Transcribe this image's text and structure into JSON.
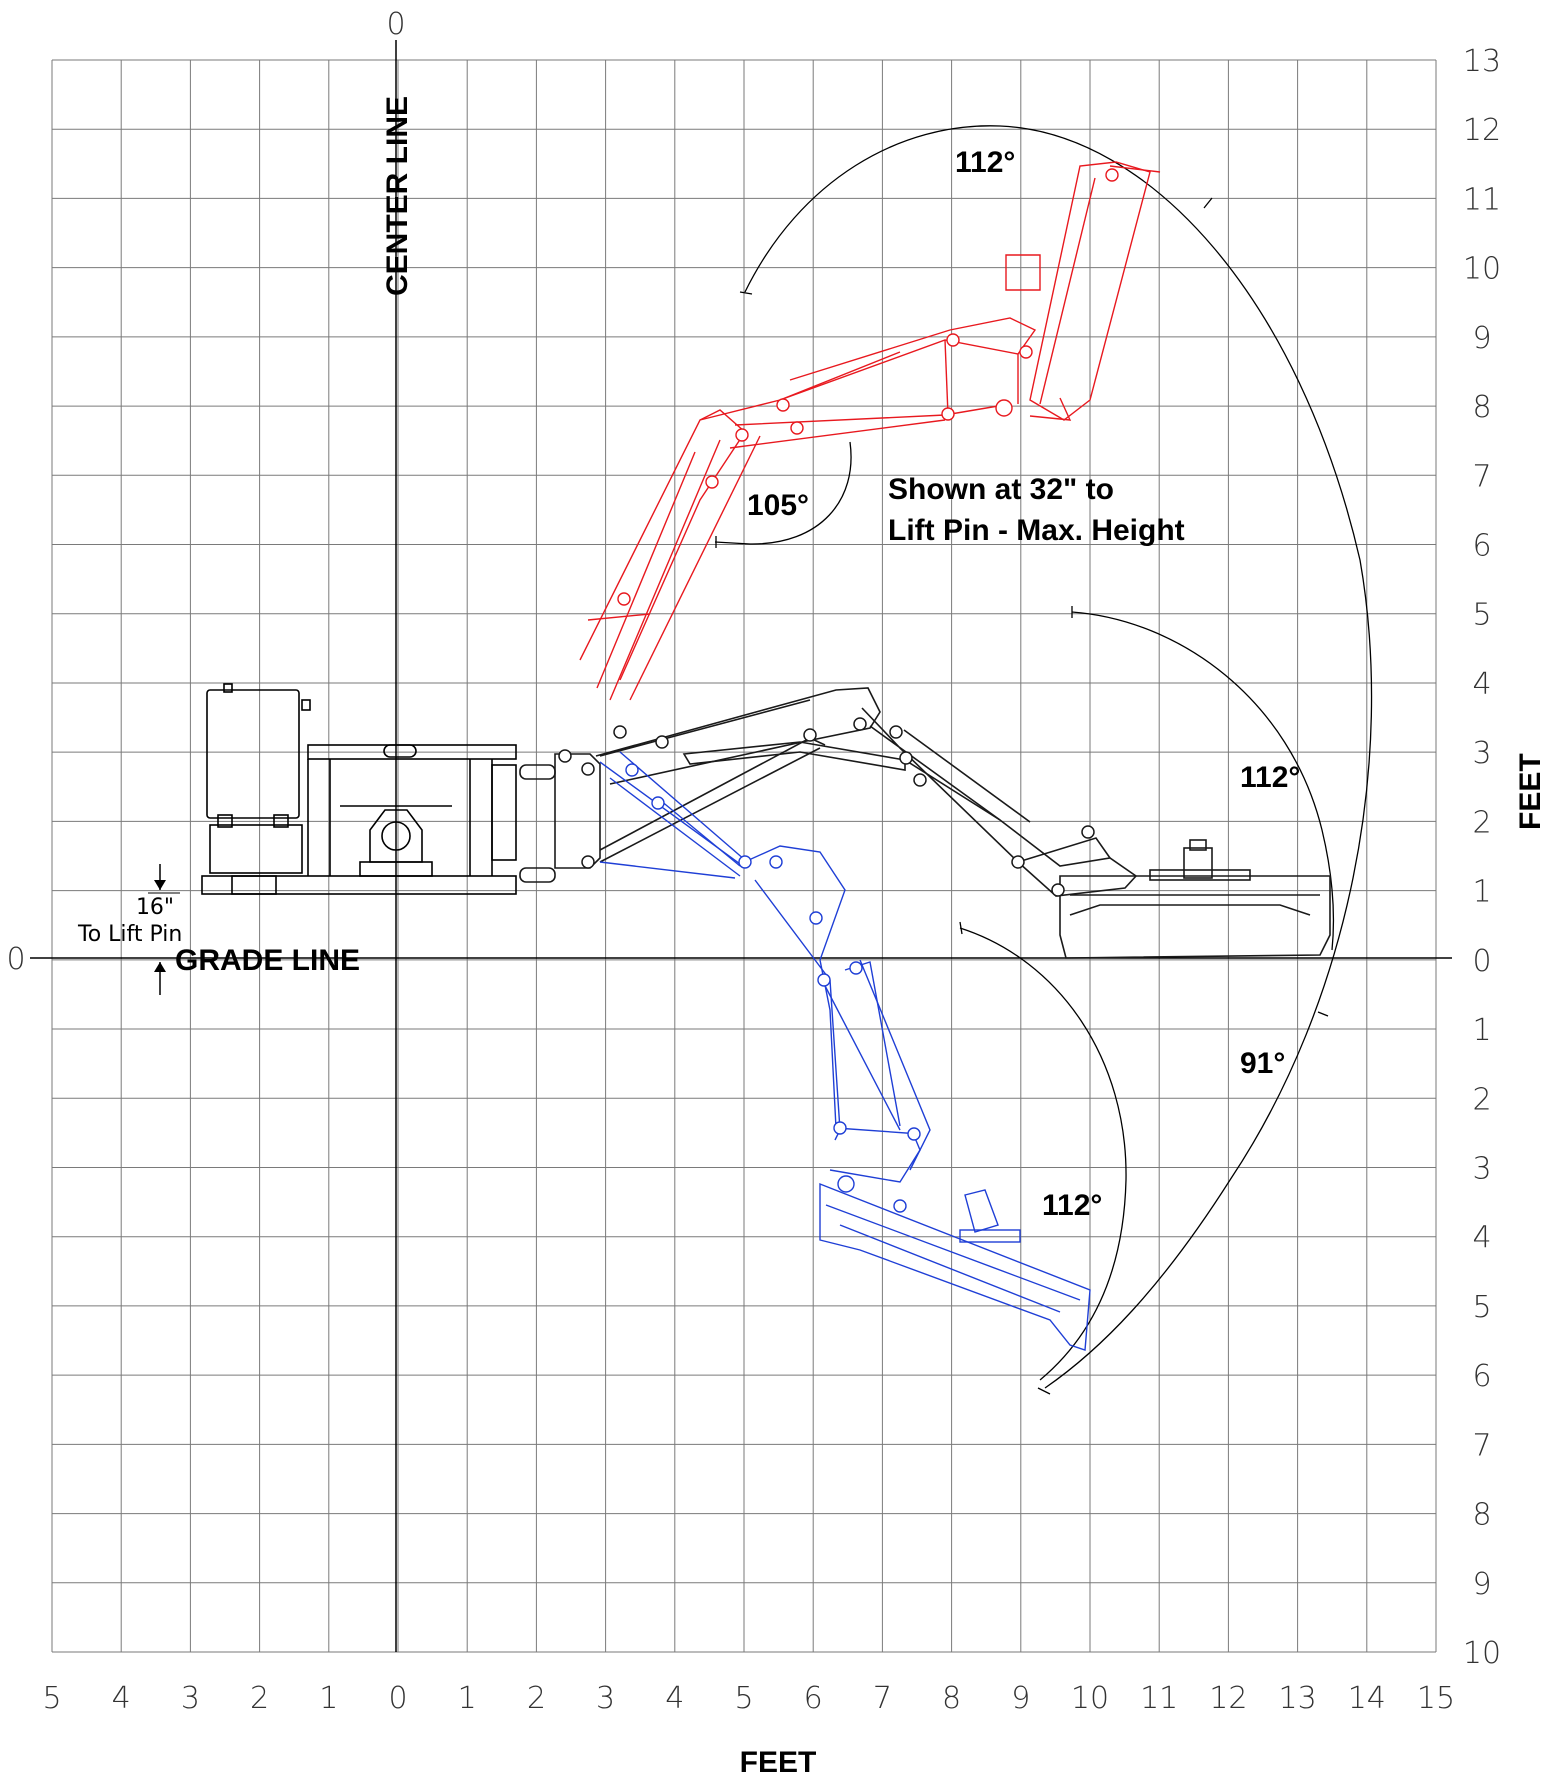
{
  "labels": {
    "center_line": "CENTER LINE",
    "grade_line": "GRADE LINE",
    "feet_bottom": "FEET",
    "feet_right": "FEET",
    "note_line1": "Shown at 32\" to",
    "note_line2": "Lift Pin - Max. Height",
    "lift_pin_dim": "16\"",
    "lift_pin_text": "To Lift Pin",
    "top_zero": "0",
    "left_zero": "0"
  },
  "angles": {
    "top_arc": "112°",
    "red_elbow": "105°",
    "gray_right": "112°",
    "lower_right": "91°",
    "blue_bottom": "112°"
  },
  "x_ticks": [
    "5",
    "4",
    "3",
    "2",
    "1",
    "0",
    "1",
    "2",
    "3",
    "4",
    "5",
    "6",
    "7",
    "8",
    "9",
    "10",
    "11",
    "12",
    "13",
    "14",
    "15"
  ],
  "y_ticks": [
    "13",
    "12",
    "11",
    "10",
    "9",
    "8",
    "7",
    "6",
    "5",
    "4",
    "3",
    "2",
    "1",
    "0",
    "1",
    "2",
    "3",
    "4",
    "5",
    "6",
    "7",
    "8",
    "9",
    "10"
  ],
  "colors": {
    "grid": "#7a7a7a",
    "axis": "#000000",
    "red_arm": "#e8191f",
    "blue_arm": "#1f3fd6",
    "gray_arm": "#1a1a1a",
    "arc": "#000000"
  }
}
